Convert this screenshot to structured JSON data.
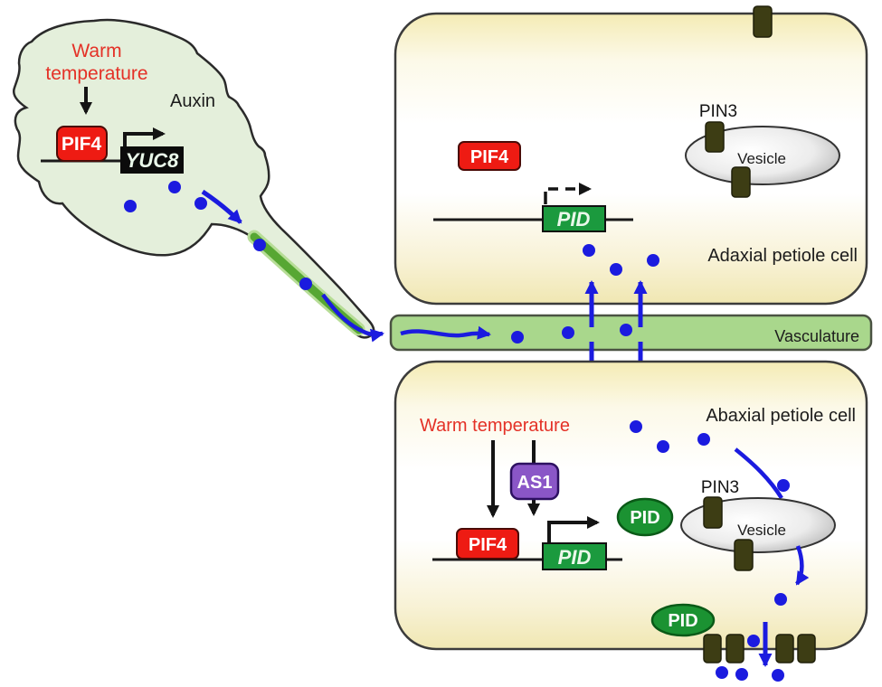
{
  "figure": {
    "description": "Signaling diagram of warm-temperature-induced auxin flow from leaf blade through vasculature into petiole cells"
  },
  "colors": {
    "leaf_fill": "#e4efdb",
    "leaf_outline": "#2a2a2a",
    "vein_core_green": "#57a733",
    "vein_halo_green": "#b7dd97",
    "vasculature_fill": "#a9d78c",
    "vasculature_border": "#4a5242",
    "cell_edge_yellow": "#f4ebb4",
    "cell_border": "#3b3b3b",
    "auxin_blue": "#1b1bdf",
    "pif4_red": "#ee1b13",
    "warm_text_red": "#e43127",
    "yuc8_black": "#0b0b0b",
    "pid_gene_green": "#1b9a3e",
    "pid_protein_green": "#1b9232",
    "as1_purple": "#8a56c7",
    "membrane_olive": "#3d3d14",
    "vesicle_gray": "#a8a8a8"
  },
  "leaf": {
    "warm_temperature_line1": "Warm",
    "warm_temperature_line2": "temperature",
    "auxin_label": "Auxin",
    "pif4_label": "PIF4",
    "yuc8_label": "YUC8"
  },
  "vasculature": {
    "label": "Vasculature"
  },
  "adaxial_cell": {
    "label": "Adaxial petiole cell",
    "pif4_label": "PIF4",
    "pid_gene_label": "PID",
    "pin3_label": "PIN3",
    "vesicle_label": "Vesicle"
  },
  "abaxial_cell": {
    "label": "Abaxial petiole cell",
    "warm_temperature_label": "Warm temperature",
    "as1_label": "AS1",
    "pif4_label": "PIF4",
    "pid_gene_label": "PID",
    "pid_protein_label": "PID",
    "pid_protein_membrane_label": "PID",
    "pin3_label": "PIN3",
    "vesicle_label": "Vesicle"
  }
}
